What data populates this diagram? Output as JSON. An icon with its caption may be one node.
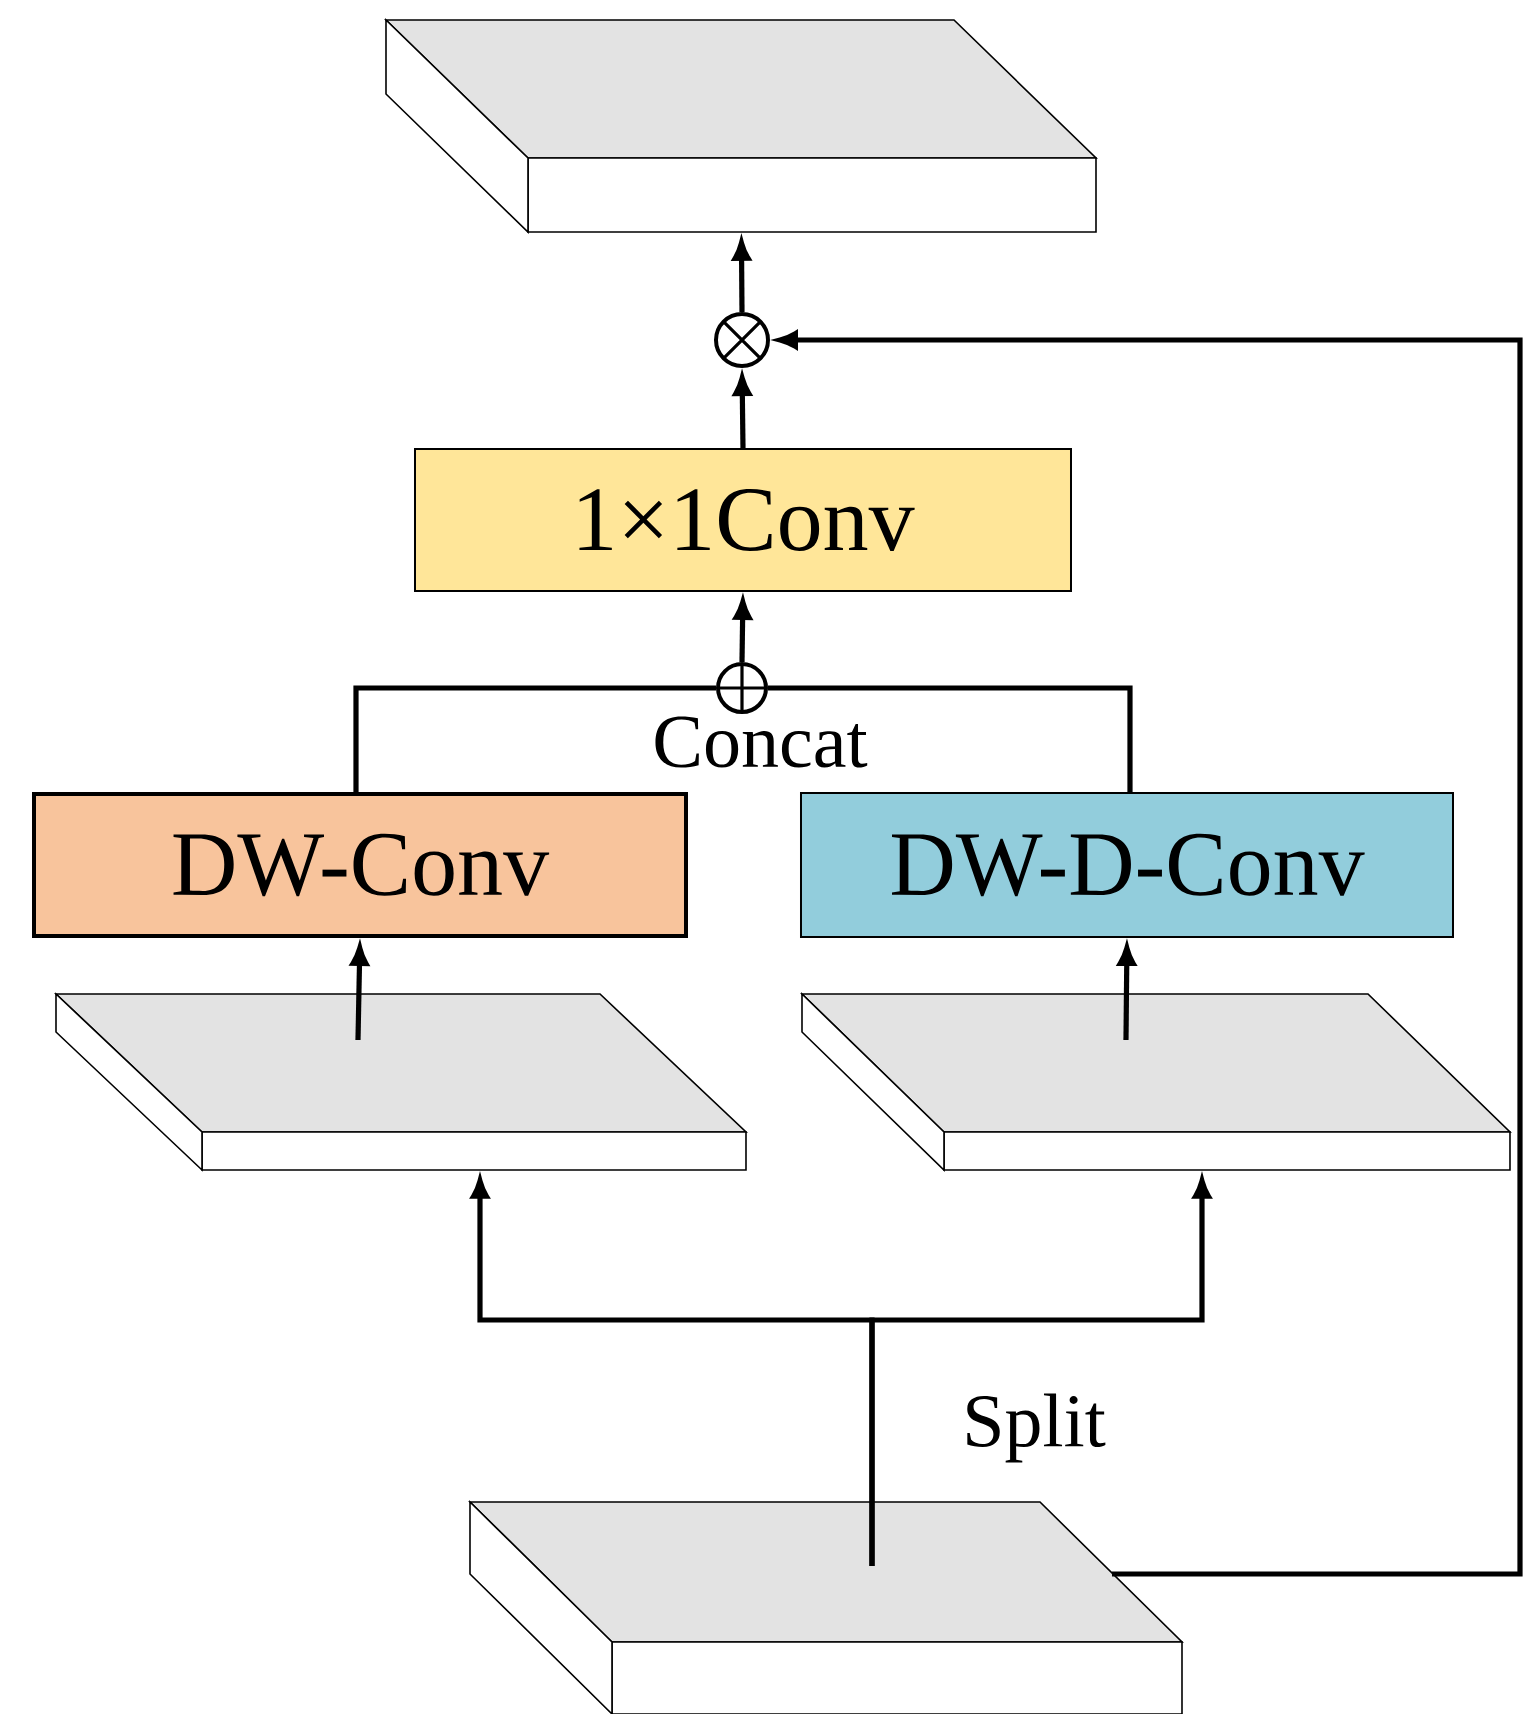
{
  "diagram": {
    "nodes": [
      {
        "text": [],
        "shape": "box"
      },
      {
        "text": [],
        "shape": "circle"
      },
      {
        "text": [
          "1×1Conv"
        ]
      },
      {
        "text": [],
        "shape": "circle",
        "beside": [
          "Concat"
        ]
      },
      {
        "text": [
          "DW-Conv"
        ]
      },
      {
        "text": [
          "DW-D-Conv"
        ]
      },
      {
        "text": [],
        "shape": "box"
      },
      {
        "text": [],
        "shape": "box"
      },
      {
        "text": [],
        "shape": "box"
      }
    ],
    "edges": [
      {
        "from": 8,
        "to": 6,
        "arrow": "to"
      },
      {
        "from": 8,
        "to": 7,
        "arrow": "to"
      },
      {
        "from": 6,
        "to": 4,
        "arrow": "to"
      },
      {
        "from": 7,
        "to": 5,
        "arrow": "to"
      },
      {
        "from": 4,
        "to": 3,
        "arrow": "none"
      },
      {
        "from": 5,
        "to": 3,
        "arrow": "none"
      },
      {
        "from": 3,
        "to": 2,
        "arrow": "to"
      },
      {
        "from": 2,
        "to": 1,
        "arrow": "to"
      },
      {
        "from": 1,
        "to": 0,
        "arrow": "to"
      },
      {
        "from": 8,
        "to": 1,
        "arrow": "to"
      }
    ],
    "labels": [
      "Split"
    ]
  }
}
